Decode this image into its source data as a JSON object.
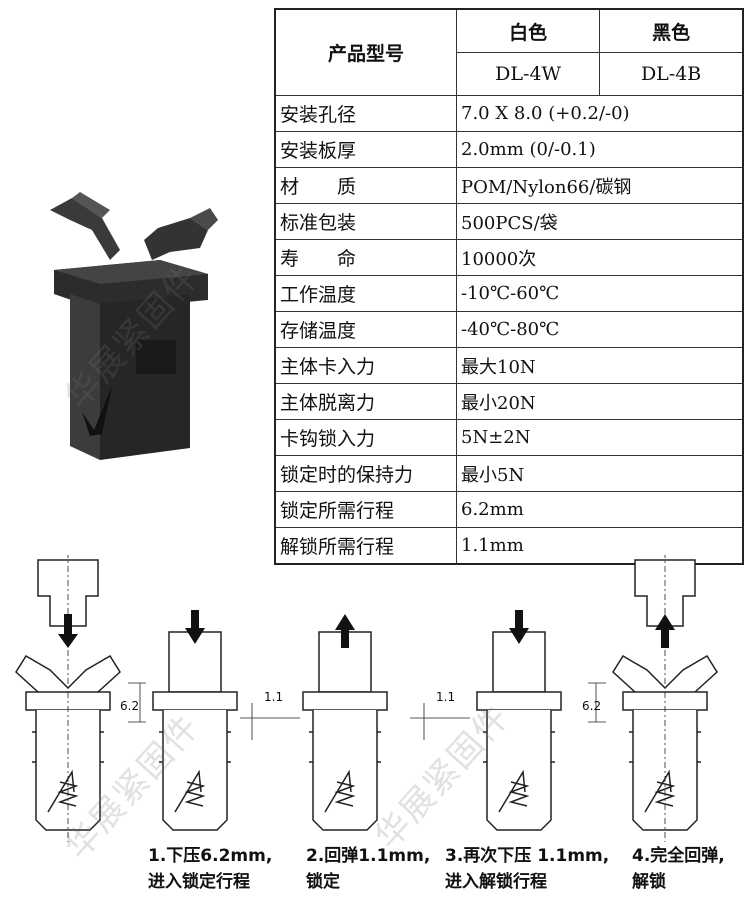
{
  "table": {
    "header_label": "产品型号",
    "white_label": "白色",
    "black_label": "黑色",
    "white_model": "DL-4W",
    "black_model": "DL-4B",
    "rows": [
      {
        "label": "安装孔径",
        "value": "7.0 X 8.0 (+0.2/-0)"
      },
      {
        "label": "安装板厚",
        "value": "2.0mm (0/-0.1)"
      },
      {
        "label": "材　　质",
        "value": "POM/Nylon66/碳钢"
      },
      {
        "label": "标准包装",
        "value": "500PCS/袋"
      },
      {
        "label": "寿　　命",
        "value": "10000次"
      },
      {
        "label": "工作温度",
        "value": "-10℃-60℃"
      },
      {
        "label": "存储温度",
        "value": "-40℃-80℃"
      },
      {
        "label": "主体卡入力",
        "value": "最大10N"
      },
      {
        "label": "主体脱离力",
        "value": "最小20N"
      },
      {
        "label": "卡钩锁入力",
        "value": "5N±2N"
      },
      {
        "label": "锁定时的保持力",
        "value": "最小5N"
      },
      {
        "label": "锁定所需行程",
        "value": "6.2mm"
      },
      {
        "label": "解锁所需行程",
        "value": "1.1mm"
      }
    ]
  },
  "watermark": "华展紧固件",
  "dimensions": {
    "press": "6.2",
    "rebound": "1.1",
    "press_again": "1.1",
    "release": "6.2"
  },
  "steps": [
    {
      "text": "1.下压6.2mm,\n进入锁定行程"
    },
    {
      "text": "2.回弹1.1mm,\n锁定"
    },
    {
      "text": "3.再次下压 1.1mm,\n进入解锁行程"
    },
    {
      "text": "4.完全回弹,\n解锁"
    }
  ],
  "colors": {
    "product_body": "#2f2f2f",
    "line": "#222222",
    "arrow": "#111111"
  }
}
